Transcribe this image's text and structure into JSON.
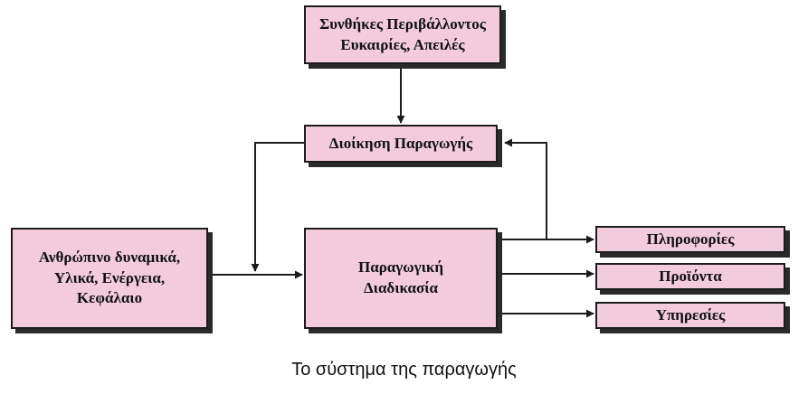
{
  "diagram": {
    "nodes": {
      "environment": {
        "lines": [
          "Συνθήκες Περιβάλλοντος",
          "Ευκαιρίες, Απειλές"
        ]
      },
      "management": {
        "lines": [
          "Διοίκηση Παραγωγής"
        ]
      },
      "inputs": {
        "lines": [
          "Ανθρώπινο δυναμικά,",
          "Υλικά, Ενέργεια,",
          "Κεφάλαιο"
        ]
      },
      "process": {
        "lines": [
          "Παραγωγική",
          "Διαδικασία"
        ]
      },
      "info": {
        "lines": [
          "Πληροφορίες"
        ]
      },
      "products": {
        "lines": [
          "Προϊόντα"
        ]
      },
      "services": {
        "lines": [
          "Υπηρεσίες"
        ]
      }
    },
    "edges": [
      {
        "from": "environment",
        "to": "management"
      },
      {
        "from": "management",
        "to": "process"
      },
      {
        "from": "inputs",
        "to": "process"
      },
      {
        "from": "process",
        "to": "info"
      },
      {
        "from": "process",
        "to": "products"
      },
      {
        "from": "process",
        "to": "services"
      },
      {
        "from": "process",
        "to": "management"
      }
    ],
    "colors": {
      "box_fill": "#f2cbdc",
      "line": "#1c1c1c"
    }
  },
  "caption": "Το σύστημα της παραγωγής"
}
